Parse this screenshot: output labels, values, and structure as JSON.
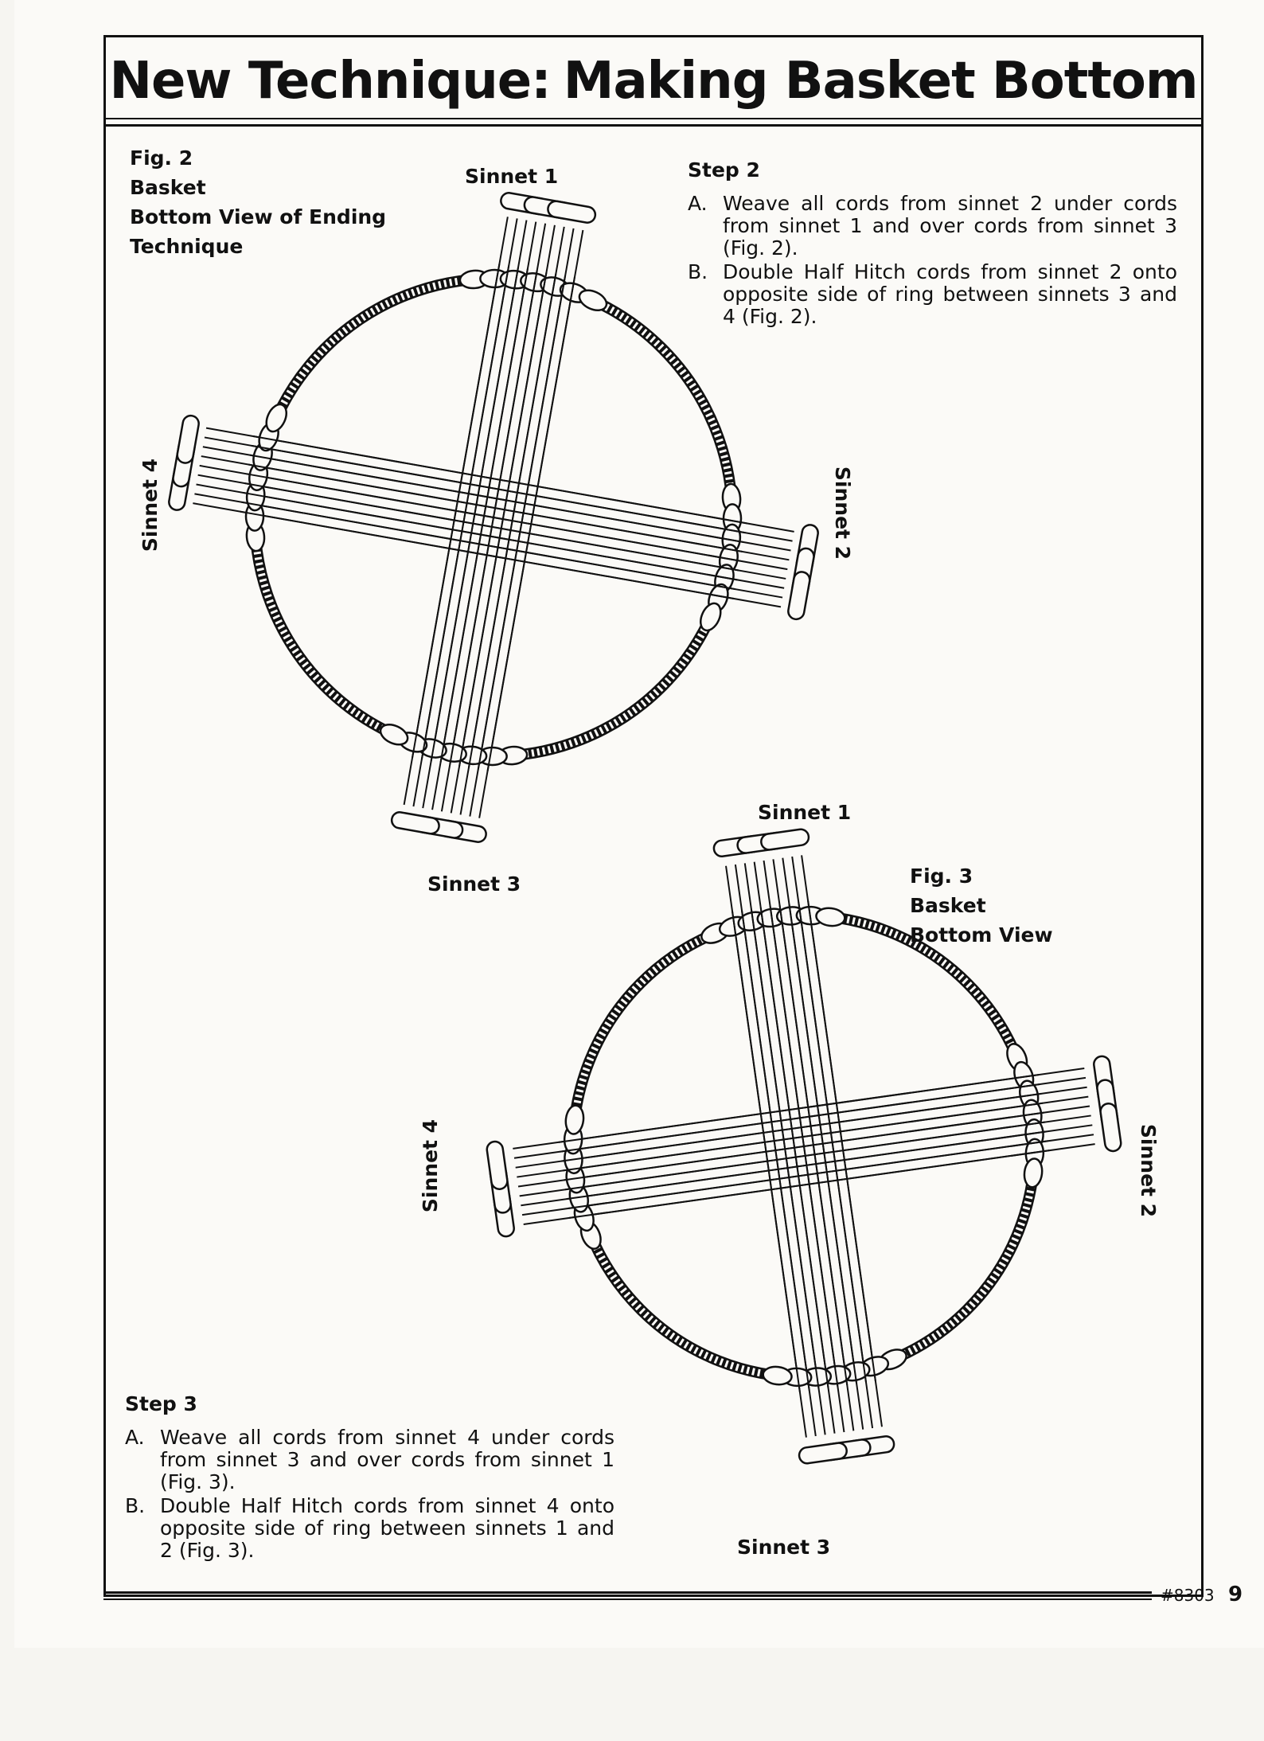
{
  "header": {
    "title_part1": "New Technique:",
    "title_part2": "Making Basket Bottom"
  },
  "figure2": {
    "caption": [
      "Fig. 2",
      "Basket",
      "Bottom View of Ending",
      "Technique"
    ],
    "labels": {
      "sinnet1": "Sinnet 1",
      "sinnet2": "Sinnet 2",
      "sinnet3": "Sinnet 3",
      "sinnet4": "Sinnet 4"
    }
  },
  "step2": {
    "heading": "Step 2",
    "items": [
      {
        "letter": "A.",
        "text": "Weave all cords from sinnet 2 under cords from sinnet 1 and over cords from sinnet 3 (Fig. 2)."
      },
      {
        "letter": "B.",
        "text": "Double Half Hitch cords from sinnet 2 onto opposite side of ring between sinnets 3 and 4 (Fig. 2)."
      }
    ]
  },
  "figure3": {
    "caption": [
      "Fig. 3",
      "Basket",
      "Bottom View"
    ],
    "labels": {
      "sinnet1": "Sinnet 1",
      "sinnet2": "Sinnet 2",
      "sinnet3": "Sinnet 3",
      "sinnet4": "Sinnet 4"
    }
  },
  "step3": {
    "heading": "Step 3",
    "items": [
      {
        "letter": "A.",
        "text": "Weave all cords from sinnet 4 under cords from sinnet 3 and over cords from sinnet 1 (Fig. 3)."
      },
      {
        "letter": "B.",
        "text": "Double Half Hitch cords from sinnet 4 onto opposite side of ring between sinnets 1 and 2 (Fig. 3)."
      }
    ]
  },
  "footer": {
    "code": "#8303",
    "page_number": "9"
  }
}
